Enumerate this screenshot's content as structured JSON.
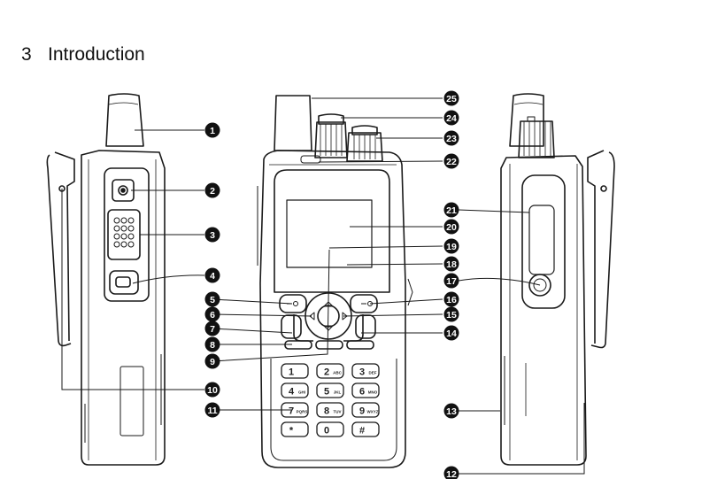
{
  "section": {
    "number": "3",
    "title": "Introduction"
  },
  "figure": {
    "callouts": [
      "1",
      "2",
      "3",
      "4",
      "5",
      "6",
      "7",
      "8",
      "9",
      "10",
      "11",
      "12",
      "13",
      "14",
      "15",
      "16",
      "17",
      "18",
      "19",
      "20",
      "21",
      "22",
      "23",
      "24",
      "25"
    ],
    "keypad": [
      {
        "digit": "1",
        "sub": ""
      },
      {
        "digit": "2",
        "sub": "ABC"
      },
      {
        "digit": "3",
        "sub": "DEF"
      },
      {
        "digit": "4",
        "sub": "GHI"
      },
      {
        "digit": "5",
        "sub": "JKL"
      },
      {
        "digit": "6",
        "sub": "MNO"
      },
      {
        "digit": "7",
        "sub": "PQRS"
      },
      {
        "digit": "8",
        "sub": "TUV"
      },
      {
        "digit": "9",
        "sub": "WXYZ"
      },
      {
        "digit": "*",
        "sub": ""
      },
      {
        "digit": "0",
        "sub": ""
      },
      {
        "digit": "#",
        "sub": ""
      }
    ]
  }
}
